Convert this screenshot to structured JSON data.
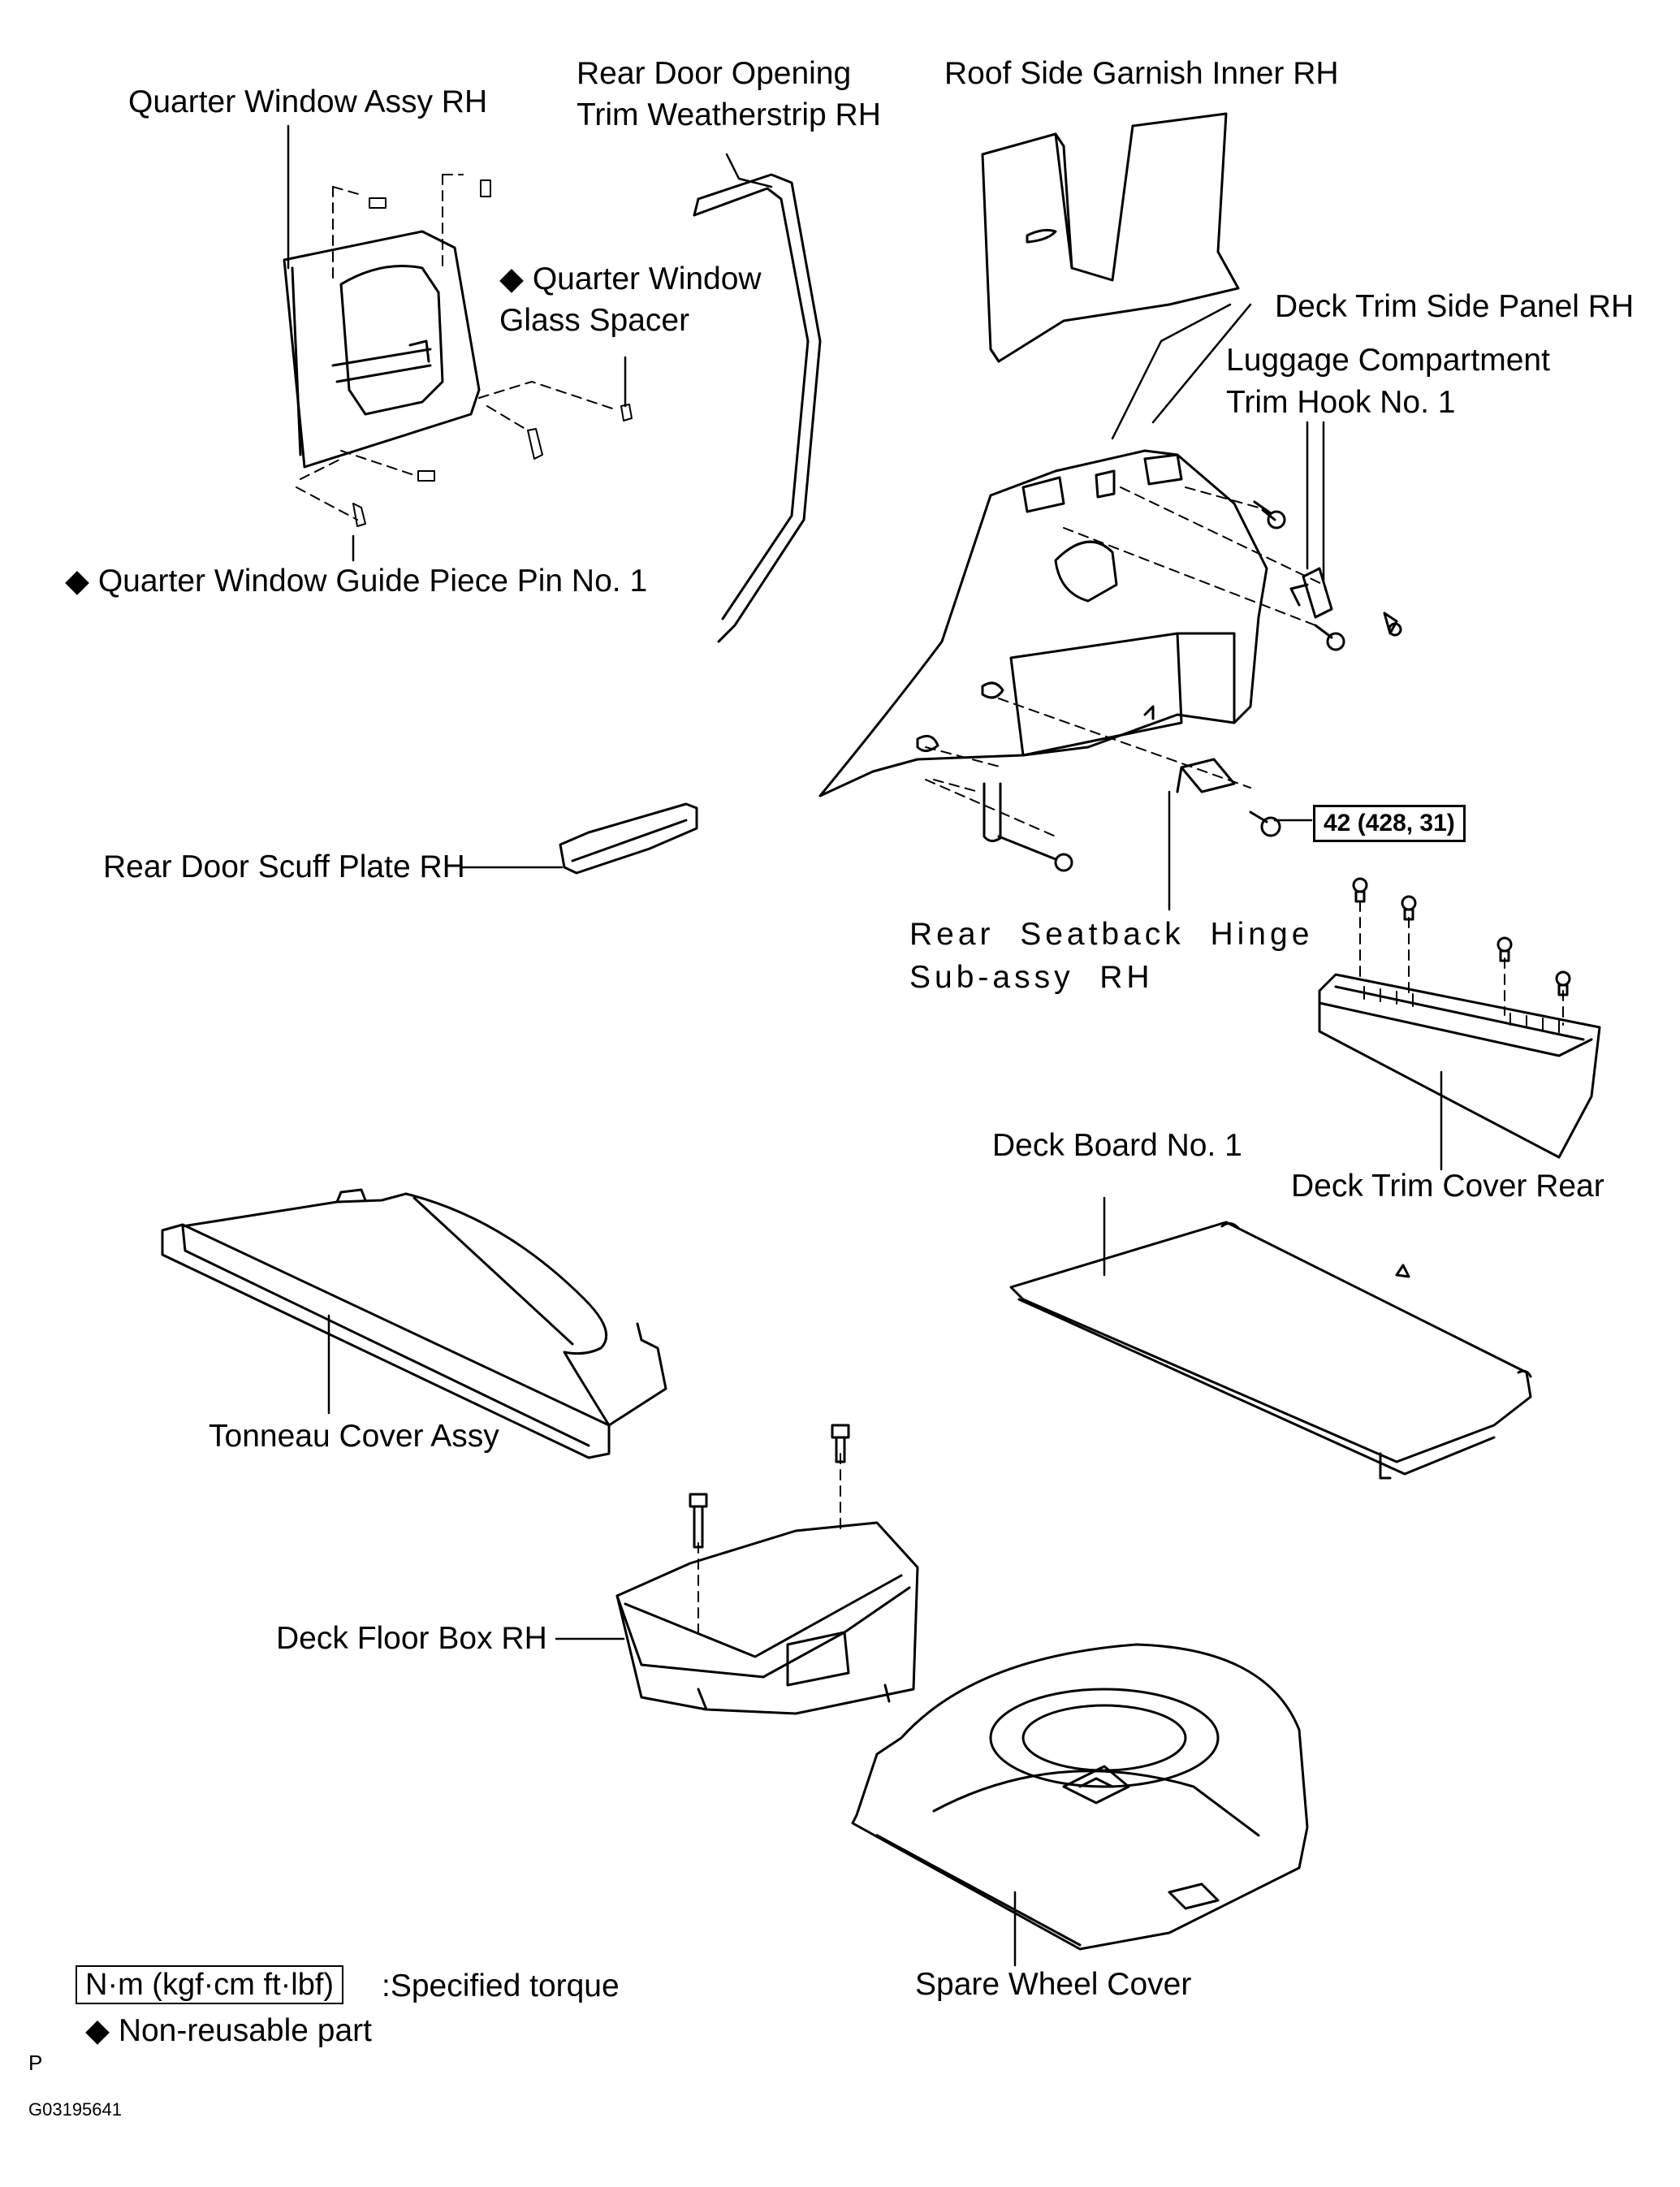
{
  "labels": {
    "quarter_window_assy": "Quarter Window Assy RH",
    "rear_door_weatherstrip_1": "Rear Door Opening",
    "rear_door_weatherstrip_2": "Trim Weatherstrip RH",
    "roof_side_garnish": "Roof Side Garnish Inner RH",
    "glass_spacer_1": "◆ Quarter Window",
    "glass_spacer_2": "Glass Spacer",
    "deck_trim_side_panel": "Deck Trim Side Panel RH",
    "luggage_hook_1": "Luggage Compartment",
    "luggage_hook_2": "Trim Hook No. 1",
    "guide_piece_pin": "◆ Quarter Window Guide Piece Pin No. 1",
    "scuff_plate": "Rear Door Scuff Plate RH",
    "seatback_hinge_1": "Rear  Seatback  Hinge",
    "seatback_hinge_2": "Sub-assy  RH",
    "deck_trim_cover_rear": "Deck Trim Cover Rear",
    "deck_board": "Deck Board No. 1",
    "tonneau_cover": "Tonneau Cover Assy",
    "deck_floor_box": "Deck Floor Box RH",
    "spare_wheel_cover": "Spare Wheel Cover"
  },
  "torque": "42 (428, 31)",
  "legend": {
    "torque_units": "N·m (kgf·cm ft·lbf)",
    "torque_text": ":Specified torque",
    "nonreusable_text": "◆ Non-reusable part"
  },
  "footer": {
    "p_mark": "P",
    "figure_code": "G03195641"
  }
}
